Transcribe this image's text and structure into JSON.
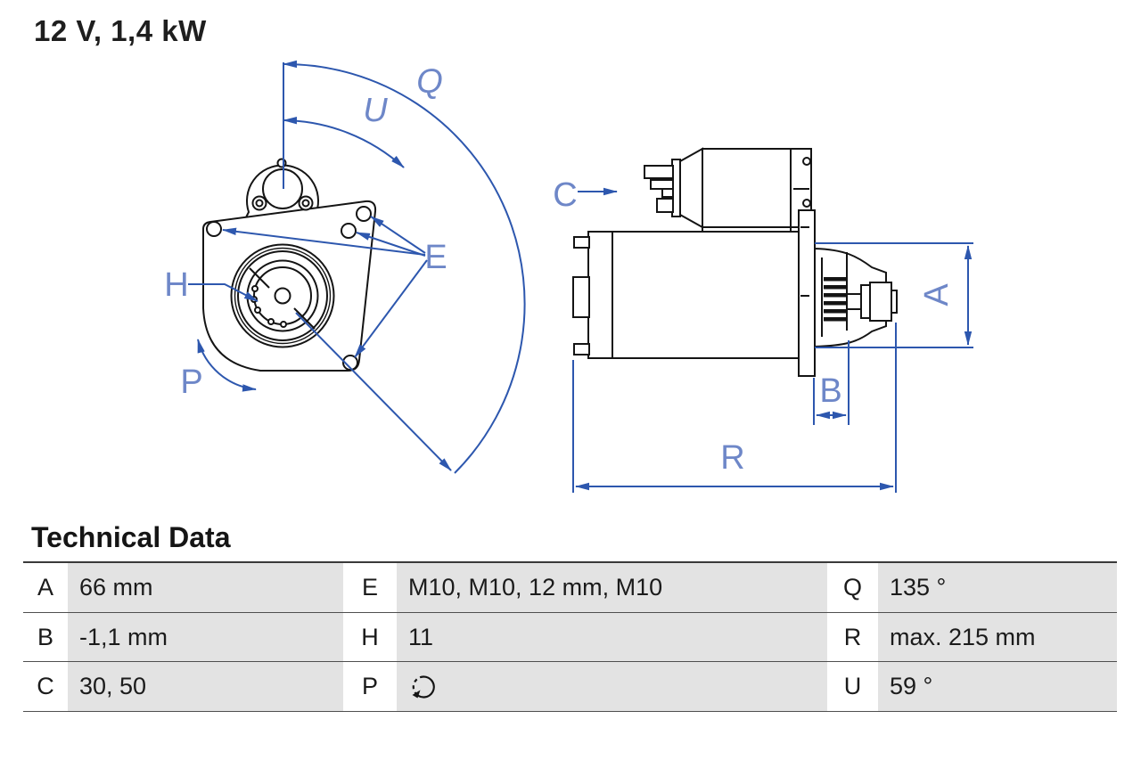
{
  "title": "12 V, 1,4 kW",
  "diagram": {
    "labels": {
      "q": "Q",
      "u": "U",
      "e": "E",
      "h": "H",
      "p": "P",
      "c": "C",
      "a": "A",
      "b": "B",
      "r": "R"
    },
    "colors": {
      "dimension_line": "#2d57ae",
      "dimension_label": "#6e87c8",
      "drawing_line": "#141414"
    }
  },
  "table": {
    "heading": "Technical Data",
    "value_cell_background": "#e3e3e3",
    "rows": [
      {
        "cells": [
          {
            "key": "A",
            "value": "66 mm"
          },
          {
            "key": "E",
            "value": "M10, M10, 12 mm, M10"
          },
          {
            "key": "Q",
            "value": "135 °"
          }
        ]
      },
      {
        "cells": [
          {
            "key": "B",
            "value": "-1,1 mm"
          },
          {
            "key": "H",
            "value": "11"
          },
          {
            "key": "R",
            "value": "max. 215 mm"
          }
        ]
      },
      {
        "cells": [
          {
            "key": "C",
            "value": "30, 50"
          },
          {
            "key": "P",
            "value": "",
            "icon": "rotation-ccw-icon"
          },
          {
            "key": "U",
            "value": "59 °"
          }
        ]
      }
    ]
  }
}
